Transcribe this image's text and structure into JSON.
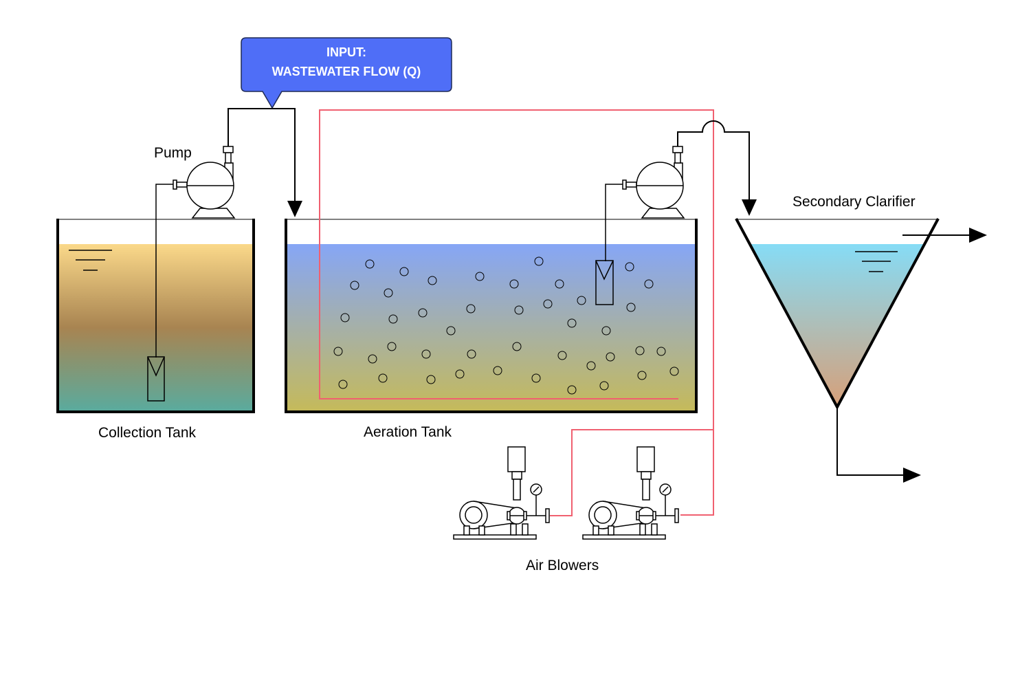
{
  "callout": {
    "line1": "INPUT:",
    "line2": "WASTEWATER FLOW (Q)"
  },
  "labels": {
    "pump": "Pump",
    "collection_tank": "Collection Tank",
    "aeration_tank": "Aeration Tank",
    "secondary_clarifier": "Secondary Clarifier",
    "air_blowers": "Air Blowers"
  },
  "colors": {
    "callout_fill": "#4f6ef7",
    "air_line": "#f06070",
    "collection_top": "#fbd98a",
    "collection_mid": "#a88451",
    "collection_bottom": "#5aab9e",
    "aeration_top": "#86a6f6",
    "aeration_bottom": "#c5ba5a",
    "clarifier_top": "#86dcf6",
    "clarifier_bottom": "#d6a07a"
  }
}
